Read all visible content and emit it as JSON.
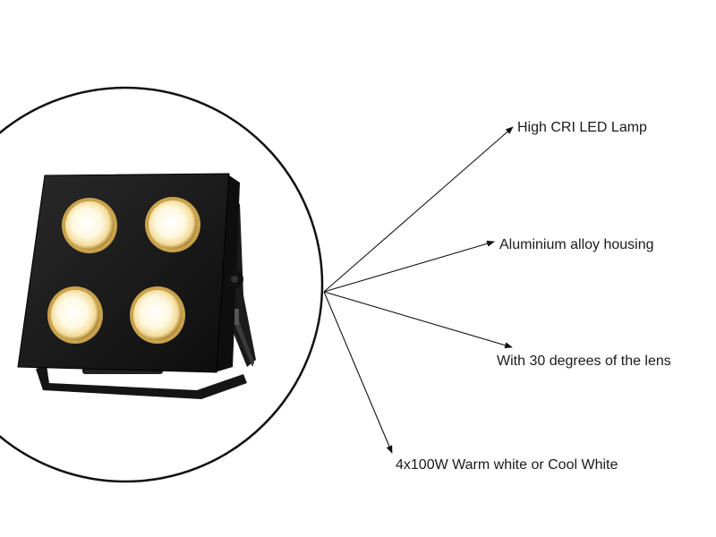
{
  "product": {
    "name_icon": "four-lamp-led-blinder-fixture",
    "colors": {
      "housing": "#1a1a1a",
      "lens_glow": "#fff6d6",
      "lens_ring": "#e8c46a",
      "outline": "#111111"
    }
  },
  "callouts": [
    {
      "label": "High CRI LED Lamp"
    },
    {
      "label": "Aluminium alloy housing"
    },
    {
      "label": "With 30 degrees of the lens"
    },
    {
      "label": "4x100W Warm white or Cool White"
    }
  ]
}
